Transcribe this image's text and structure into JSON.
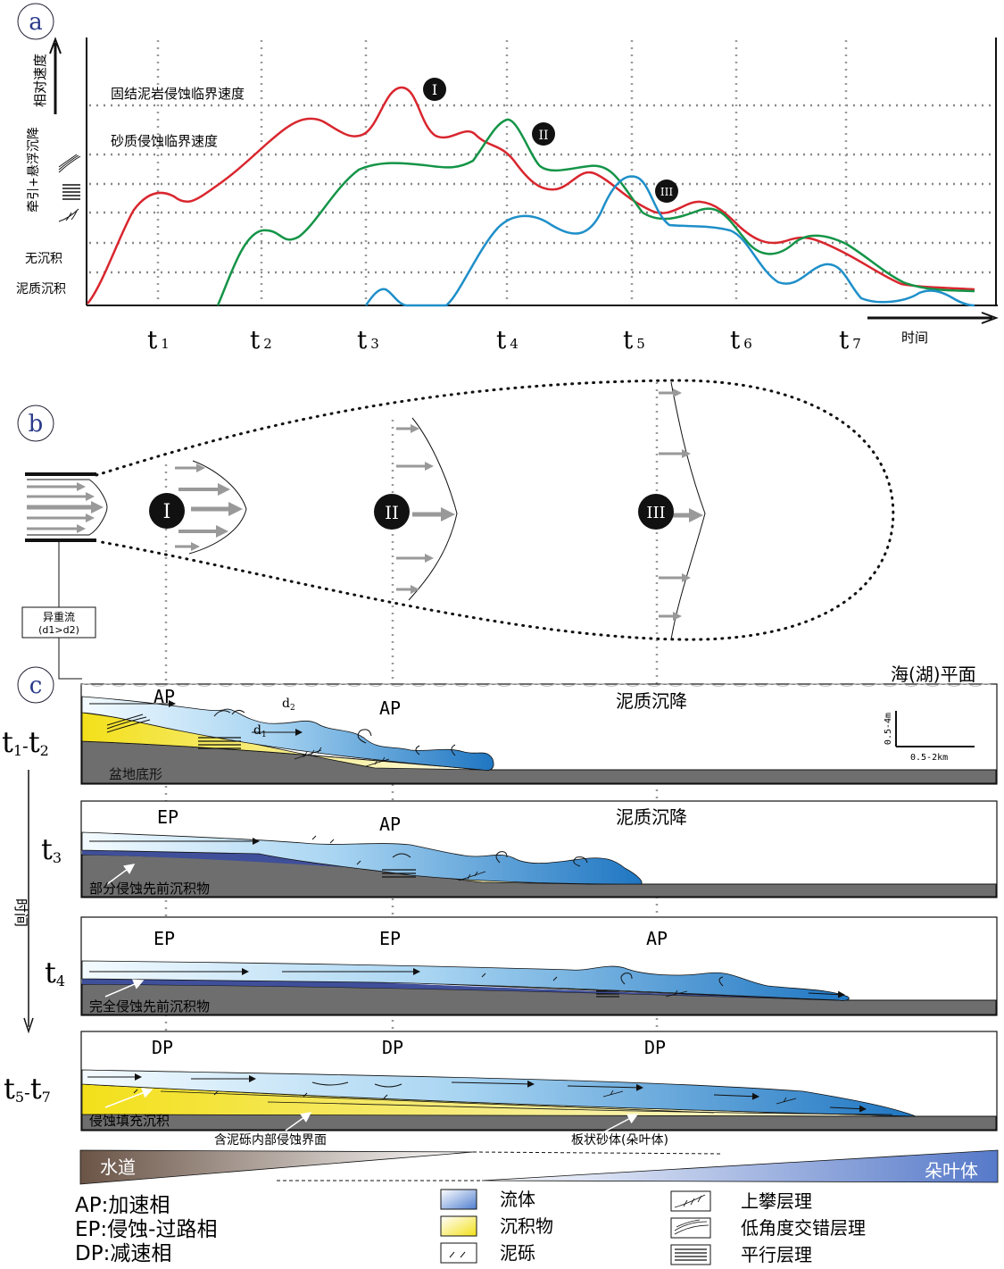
{
  "panel_a": {
    "label": "a",
    "y_axis_top": "相对速度",
    "y_levels": [
      "牵引+悬浮沉降",
      "无沉积",
      "泥质沉积"
    ],
    "threshold_mud": "固结泥岩侵蚀临界速度",
    "threshold_sand": "砂质侵蚀临界速度",
    "time_ticks": [
      {
        "t": "t",
        "sub": "1"
      },
      {
        "t": "t",
        "sub": "2"
      },
      {
        "t": "t",
        "sub": "3"
      },
      {
        "t": "t",
        "sub": "4"
      },
      {
        "t": "t",
        "sub": "5"
      },
      {
        "t": "t",
        "sub": "6"
      },
      {
        "t": "t",
        "sub": "7"
      }
    ],
    "x_axis_label": "时间",
    "curve_labels": [
      "I",
      "II",
      "III"
    ],
    "colors": {
      "curve_I": "#d9262e",
      "curve_II": "#149447",
      "curve_III": "#1e8fc9"
    }
  },
  "panel_b": {
    "label": "b",
    "roman": [
      "I",
      "II",
      "III"
    ],
    "source_box_line1": "异重流",
    "source_box_line2": "(d1>d2)"
  },
  "panel_c": {
    "label": "c",
    "sea_level": "海(湖)平面",
    "scale_v": "0.5-4m",
    "scale_h": "0.5-2km",
    "time_axis": "时间",
    "rows": [
      {
        "t": "t",
        "s1": "1",
        "dash": "-",
        "t2": "t",
        "s2": "2",
        "phases": [
          "AP",
          "AP",
          "泥质沉降"
        ],
        "note": "盆地底形",
        "d1": "d",
        "d1_sub": "1",
        "d2": "d",
        "d2_sub": "2"
      },
      {
        "t": "t",
        "s1": "3",
        "phases": [
          "EP",
          "AP",
          "泥质沉降"
        ],
        "note": "部分侵蚀先前沉积物"
      },
      {
        "t": "t",
        "s1": "4",
        "phases": [
          "EP",
          "EP",
          "AP"
        ],
        "note": "完全侵蚀先前沉积物"
      },
      {
        "t": "t",
        "s1": "5",
        "dash": "-",
        "t2": "t",
        "s2": "7",
        "phases": [
          "DP",
          "DP",
          "DP"
        ],
        "note": "侵蚀填充沉积",
        "note2": "含泥砾内部侵蚀界面",
        "note3": "板状砂体(朵叶体)"
      }
    ],
    "channel": "水道",
    "lobe": "朵叶体",
    "colors": {
      "fluid": "#5aa6dc",
      "sediment": "#f3e01a",
      "base": "#6e6e6e"
    }
  },
  "legend": {
    "phases": [
      "AP:加速相",
      "EP:侵蚀-过路相",
      "DP:减速相"
    ],
    "materials": [
      "流体",
      "沉积物",
      "泥砾"
    ],
    "structures": [
      "上攀层理",
      "低角度交错层理",
      "平行层理"
    ]
  }
}
